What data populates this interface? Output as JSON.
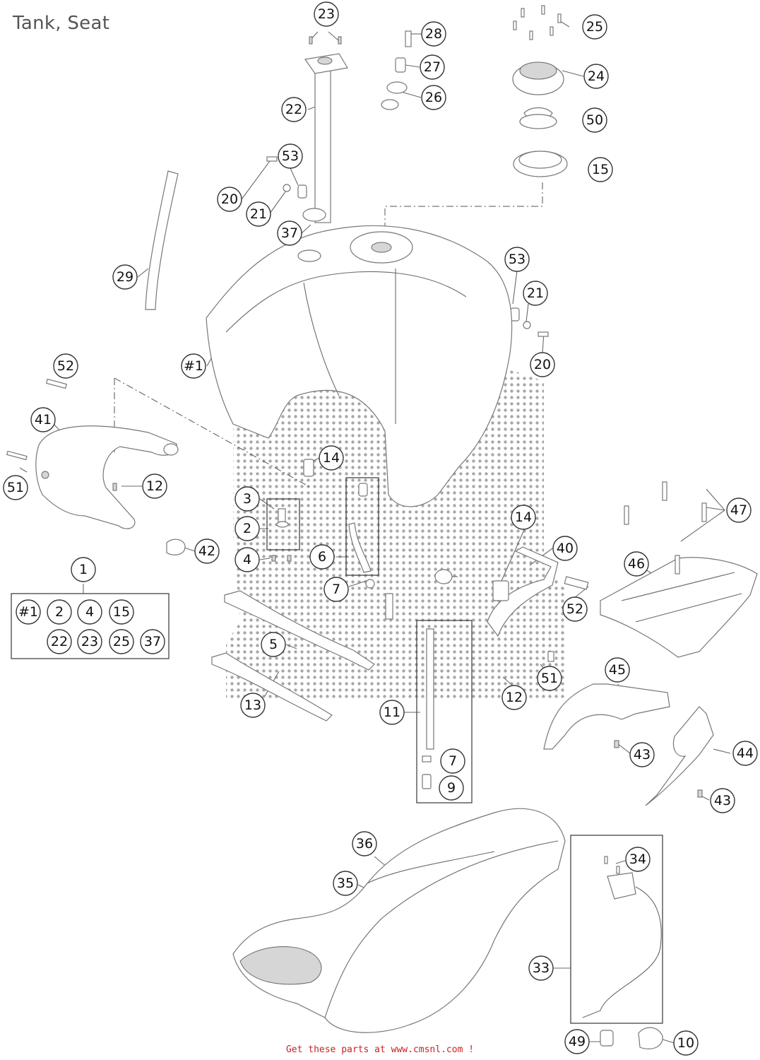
{
  "title": "Tank, Seat",
  "footer": "Get these parts at www.cmsnl.com !",
  "kit_group_label": "1",
  "kit_contents": [
    "#1",
    "2",
    "4",
    "15",
    "22",
    "23",
    "25",
    "37"
  ],
  "callouts": [
    "23",
    "28",
    "25",
    "27",
    "24",
    "26",
    "22",
    "50",
    "53",
    "15",
    "20",
    "21",
    "37",
    "29",
    "53",
    "21",
    "20",
    "#1",
    "52",
    "41",
    "14",
    "51",
    "12",
    "3",
    "2",
    "4",
    "6",
    "7",
    "42",
    "14",
    "40",
    "47",
    "46",
    "52",
    "5",
    "13",
    "11",
    "12",
    "51",
    "45",
    "7",
    "9",
    "43",
    "44",
    "43",
    "36",
    "34",
    "35",
    "33",
    "49",
    "10"
  ]
}
